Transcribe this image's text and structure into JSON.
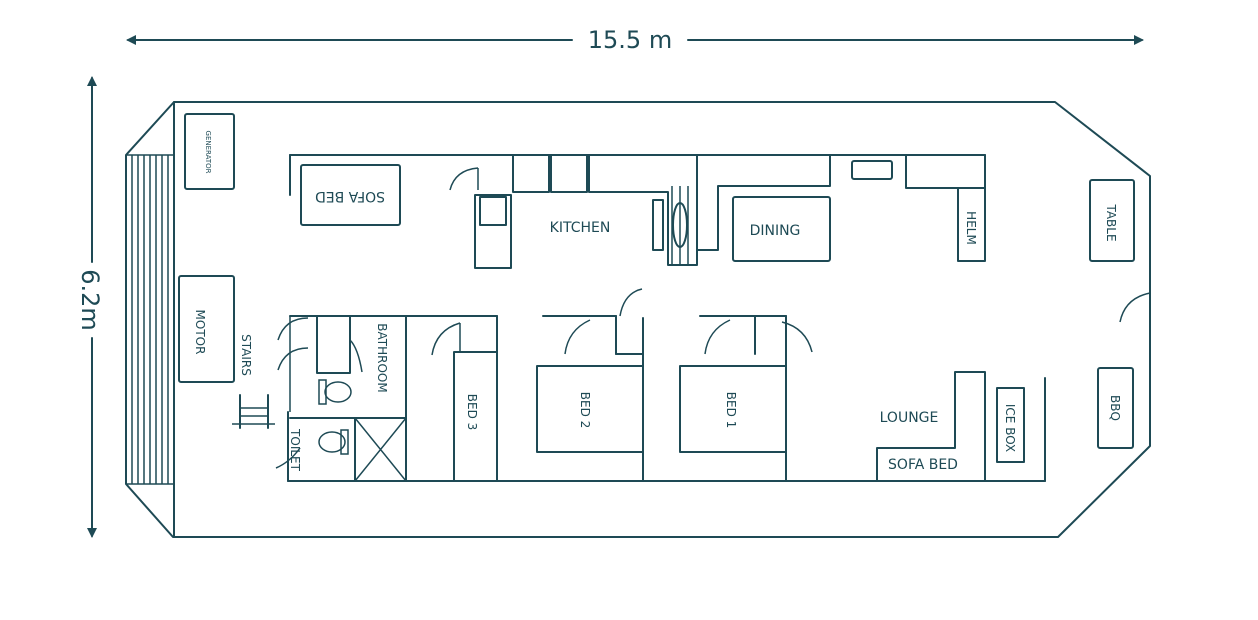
{
  "dimensions": {
    "length": "15.5 m",
    "width": "6.2m"
  },
  "rooms": {
    "generator": "GENERATOR",
    "sofa_bed_top": "SOFA BED",
    "kitchen": "KITCHEN",
    "dining": "DINING",
    "helm": "HELM",
    "table": "TABLE",
    "motor": "MOTOR",
    "stairs": "STAIRS",
    "bathroom": "BATHROOM",
    "toilet": "TOILET",
    "bed3": "BED 3",
    "bed2": "BED 2",
    "bed1": "BED 1",
    "lounge": "LOUNGE",
    "sofa_bed_lounge": "SOFA BED",
    "ice_box": "ICE BOX",
    "bbq": "BBQ"
  },
  "colors": {
    "line": "#1e4a55",
    "background": "#ffffff"
  }
}
